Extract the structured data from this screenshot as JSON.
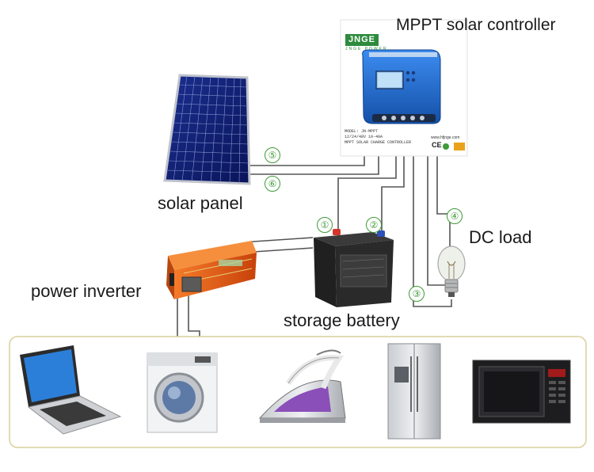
{
  "labels": {
    "title": "MPPT solar controller",
    "solar_panel": "solar panel",
    "dc_load": "DC load",
    "power_inverter": "power inverter",
    "storage_battery": "storage battery"
  },
  "markers": {
    "m1": "①",
    "m2": "②",
    "m3": "③",
    "m4": "④",
    "m5": "⑤",
    "m6": "⑥"
  },
  "controller": {
    "brand": "JNGE",
    "brand_sub": "JNGE POWER",
    "model_line1": "MODEL: JN-MPPT",
    "model_line2": "12/24/48V 10-40A",
    "model_line3": "MPPT SOLAR CHARGE CONTROLLER",
    "website": "www.hfjnge.com",
    "ce_mark": "CE"
  },
  "appliances": [
    "laptop-icon",
    "washing-machine-icon",
    "iron-icon",
    "refrigerator-icon",
    "microwave-icon"
  ],
  "colors": {
    "marker_green": "#3e9b37",
    "controller_blue": "#1f6fd1",
    "inverter_orange": "#e85a12",
    "appliance_frame": "#d9cf9c"
  }
}
